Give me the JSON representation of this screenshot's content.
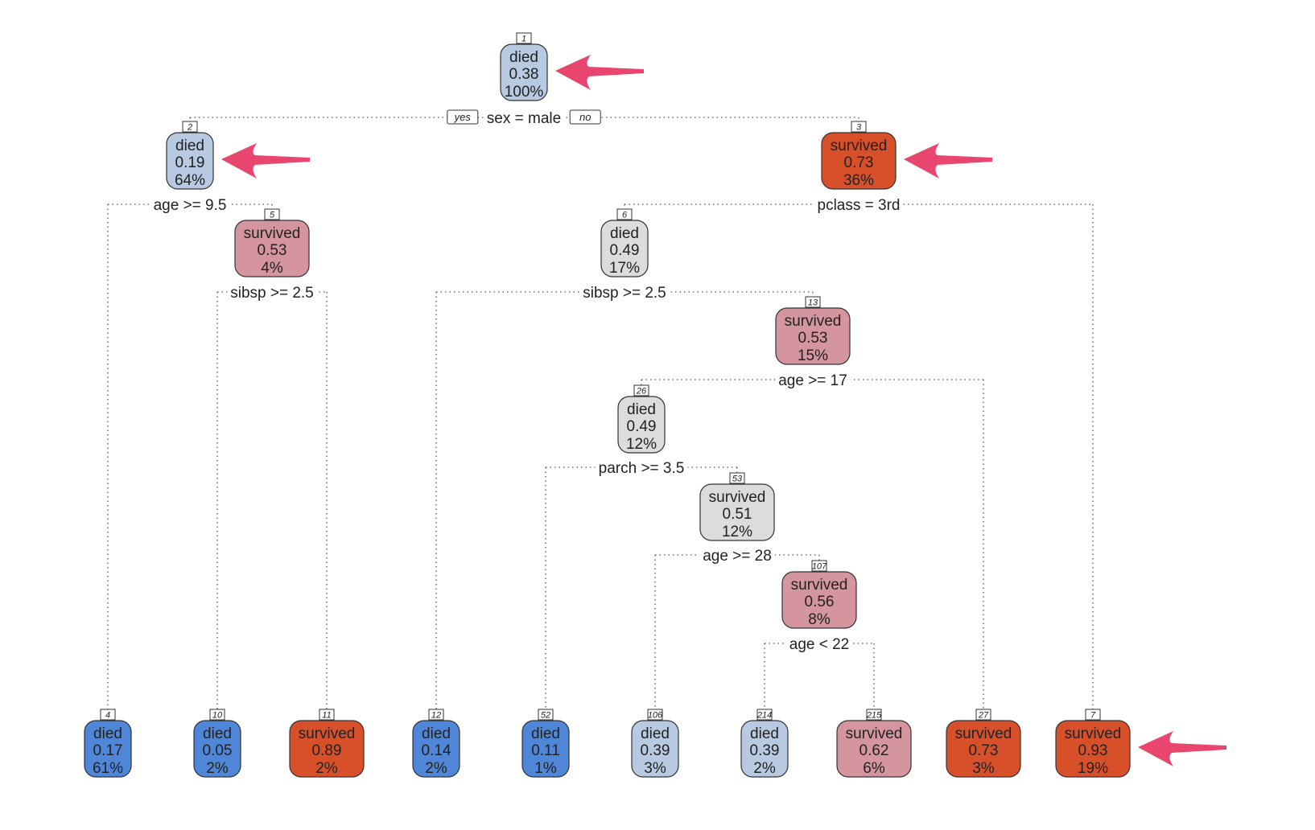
{
  "tree": {
    "root_split": {
      "yes_label": "yes",
      "no_label": "no"
    },
    "colors": {
      "died_strong": "#4f86d8",
      "died_light": "#b8c9e2",
      "neutral": "#dcdcdc",
      "survived_light": "#d5959f",
      "survived_strong": "#d8502a",
      "arrow": "#e8466f",
      "edge": "#555555"
    },
    "nodes": [
      {
        "id": "1",
        "class": "died",
        "prob": "0.38",
        "pct": "100%",
        "color": "died_light",
        "split": "sex = male",
        "left": "2",
        "right": "3",
        "highlighted": true
      },
      {
        "id": "2",
        "class": "died",
        "prob": "0.19",
        "pct": "64%",
        "color": "died_light",
        "split": "age >= 9.5",
        "left": "4",
        "right": "5",
        "highlighted": true
      },
      {
        "id": "3",
        "class": "survived",
        "prob": "0.73",
        "pct": "36%",
        "color": "survived_strong",
        "split": "pclass = 3rd",
        "left": "6",
        "right": "7",
        "highlighted": true
      },
      {
        "id": "5",
        "class": "survived",
        "prob": "0.53",
        "pct": "4%",
        "color": "survived_light",
        "split": "sibsp >= 2.5",
        "left": "10",
        "right": "11"
      },
      {
        "id": "6",
        "class": "died",
        "prob": "0.49",
        "pct": "17%",
        "color": "neutral",
        "split": "sibsp >= 2.5",
        "left": "12",
        "right": "13"
      },
      {
        "id": "13",
        "class": "survived",
        "prob": "0.53",
        "pct": "15%",
        "color": "survived_light",
        "split": "age >= 17",
        "left": "26",
        "right": "27"
      },
      {
        "id": "26",
        "class": "died",
        "prob": "0.49",
        "pct": "12%",
        "color": "neutral",
        "split": "parch >= 3.5",
        "left": "52",
        "right": "53"
      },
      {
        "id": "53",
        "class": "survived",
        "prob": "0.51",
        "pct": "12%",
        "color": "neutral",
        "split": "age >= 28",
        "left": "106",
        "right": "107"
      },
      {
        "id": "107",
        "class": "survived",
        "prob": "0.56",
        "pct": "8%",
        "color": "survived_light",
        "split": "age < 22",
        "left": "214",
        "right": "215"
      },
      {
        "id": "4",
        "class": "died",
        "prob": "0.17",
        "pct": "61%",
        "color": "died_strong"
      },
      {
        "id": "10",
        "class": "died",
        "prob": "0.05",
        "pct": "2%",
        "color": "died_strong"
      },
      {
        "id": "11",
        "class": "survived",
        "prob": "0.89",
        "pct": "2%",
        "color": "survived_strong"
      },
      {
        "id": "12",
        "class": "died",
        "prob": "0.14",
        "pct": "2%",
        "color": "died_strong"
      },
      {
        "id": "52",
        "class": "died",
        "prob": "0.11",
        "pct": "1%",
        "color": "died_strong"
      },
      {
        "id": "106",
        "class": "died",
        "prob": "0.39",
        "pct": "3%",
        "color": "died_light"
      },
      {
        "id": "214",
        "class": "died",
        "prob": "0.39",
        "pct": "2%",
        "color": "died_light"
      },
      {
        "id": "215",
        "class": "survived",
        "prob": "0.62",
        "pct": "6%",
        "color": "survived_light"
      },
      {
        "id": "27",
        "class": "survived",
        "prob": "0.73",
        "pct": "3%",
        "color": "survived_strong"
      },
      {
        "id": "7",
        "class": "survived",
        "prob": "0.93",
        "pct": "19%",
        "color": "survived_strong",
        "highlighted": true
      }
    ]
  }
}
